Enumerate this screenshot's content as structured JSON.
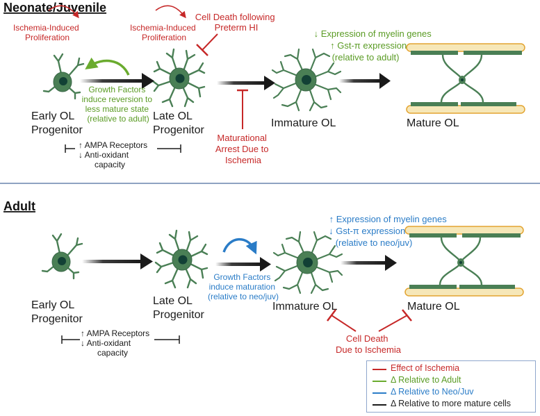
{
  "colors": {
    "ischemia": "#c62828",
    "adult": "#6aab2e",
    "neojuv": "#2a7cc7",
    "black": "#1a1a1a",
    "cell_body": "#4a7f55",
    "cell_nucleus": "#124035",
    "myelin_sheath": "#f6e7b8",
    "myelin_border": "#e3a431",
    "divider": "#8ea3c2"
  },
  "neonate": {
    "title": "Neonate/Juvenile",
    "prolif1": [
      "Ischemia-Induced",
      "Proliferation"
    ],
    "prolif2": [
      "Ischemia-Induced",
      "Proliferation"
    ],
    "cell_death_preterm": [
      "Cell Death following",
      "Preterm HI"
    ],
    "growth_factors": [
      "Growth Factors",
      "induce reversion to",
      "less mature state",
      "(relative to adult)"
    ],
    "myelin_note": [
      "↓ Expression of myelin genes",
      "↑ Gst-π expression",
      "(relative to adult)"
    ],
    "early_label": [
      "Early OL",
      "Progenitor"
    ],
    "late_label": [
      "Late OL",
      "Progenitor"
    ],
    "immature_label": "Immature OL",
    "mature_label": "Mature OL",
    "ampa": [
      "↑ AMPA Receptors",
      "↓ Anti-oxidant",
      "capacity"
    ],
    "arrest": [
      "Maturational",
      "Arrest Due to",
      "Ischemia"
    ]
  },
  "adult": {
    "title": "Adult",
    "myelin_note": [
      "↑ Expression of myelin genes",
      "↓ Gst-π expression",
      "(relative to neo/juv)"
    ],
    "growth_factors": [
      "Growth Factors",
      "induce maturation",
      "(relative to neo/juv)"
    ],
    "early_label": [
      "Early OL",
      "Progenitor"
    ],
    "late_label": [
      "Late OL",
      "Progenitor"
    ],
    "immature_label": "Immature OL",
    "mature_label": "Mature OL",
    "ampa": [
      "↑ AMPA Receptors",
      "↓ Anti-oxidant",
      "capacity"
    ],
    "cell_death": [
      "Cell Death",
      "Due to Ischemia"
    ]
  },
  "legend": [
    {
      "label": "Effect of Ischemia",
      "color": "#c62828"
    },
    {
      "label": "Δ Relative to Adult",
      "color": "#6aab2e"
    },
    {
      "label": "Δ Relative to Neo/Juv",
      "color": "#2a7cc7"
    },
    {
      "label": "Δ Relative to more mature cells",
      "color": "#1a1a1a"
    }
  ]
}
